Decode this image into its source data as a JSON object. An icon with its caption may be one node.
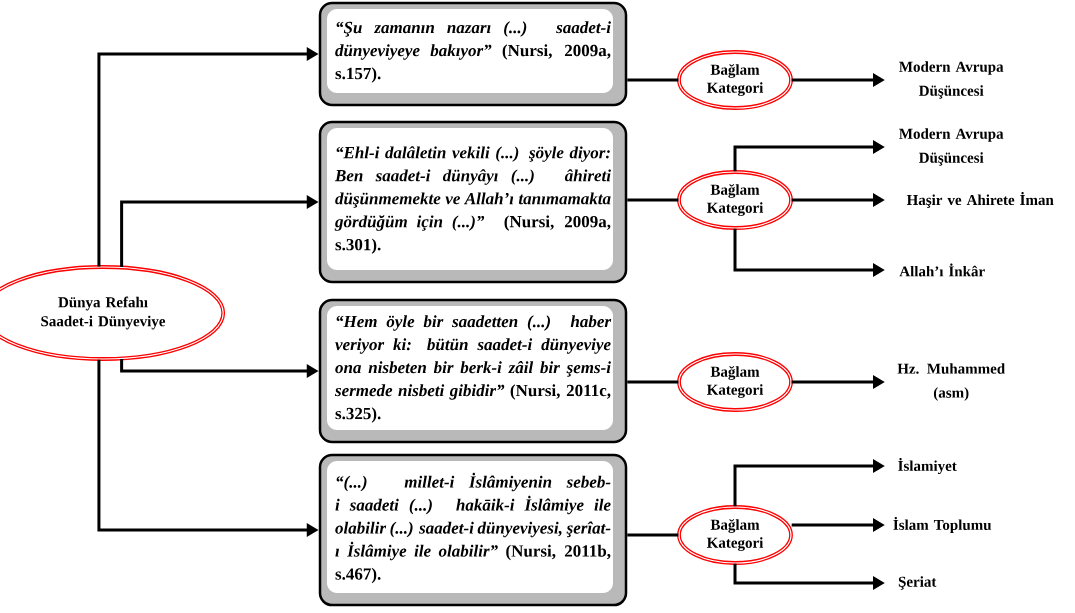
{
  "diagram": {
    "nodes": [
      {
        "text": [
          "Dünya Refahı Saadet-i Dünyeviye"
        ]
      },
      {
        "text": [
          "*“Şu zamanın nazarı (...) saadet-i dünyeviyeye bakıyor”* (Nursi, 2009a, s.157)."
        ]
      },
      {
        "text": [
          "Bağlam Kategori"
        ]
      },
      {
        "text": [
          "Modern Avrupa Düşüncesi"
        ]
      },
      {
        "text": [
          "*“Ehl-i dalâletin vekili (...) şöyle diyor: Ben saadet-i dünyâyı (...) âhireti düşünmemekte ve Allah’ı tanımamakta gördüğüm için (...)”* (Nursi, 2009a, s.301)."
        ]
      },
      {
        "text": [
          "Bağlam Kategori"
        ]
      },
      {
        "text": [
          "Modern Avrupa Düşüncesi"
        ]
      },
      {
        "text": [
          "Haşir ve Ahirete İman"
        ]
      },
      {
        "text": [
          "Allah’ı İnkâr"
        ]
      },
      {
        "text": [
          "*“Hem öyle bir saadetten (...) haber veriyor ki: bütün saadet-i dünyeviye ona nisbeten bir berk-i zâil bir şems-i sermede nisbeti gibidir”* (Nursi, 2011c, s.325)."
        ]
      },
      {
        "text": [
          "Bağlam Kategori"
        ]
      },
      {
        "text": [
          "Hz. Muhammed (asm)"
        ]
      },
      {
        "text": [
          "*“(...) millet-i İslâmiyenin sebeb-i saadeti (...) hakāik-i İslâmiye ile olabilir (...) saadet-i dünyeviyesi, şerîat-ı İslâmiye ile olabilir”* (Nursi, 2011b, s.467)."
        ]
      },
      {
        "text": [
          "Bağlam Kategori"
        ]
      },
      {
        "text": [
          "İslamiyet"
        ]
      },
      {
        "text": [
          "İslam Toplumu"
        ]
      },
      {
        "text": [
          "Şeriat"
        ]
      }
    ],
    "edges": [
      {
        "from": 0,
        "to": 1,
        "arrow": "to"
      },
      {
        "from": 0,
        "to": 4,
        "arrow": "to"
      },
      {
        "from": 0,
        "to": 9,
        "arrow": "to"
      },
      {
        "from": 0,
        "to": 12,
        "arrow": "to"
      },
      {
        "from": 1,
        "to": 2,
        "arrow": "none"
      },
      {
        "from": 4,
        "to": 5,
        "arrow": "none"
      },
      {
        "from": 9,
        "to": 10,
        "arrow": "none"
      },
      {
        "from": 12,
        "to": 13,
        "arrow": "none"
      },
      {
        "from": 2,
        "to": 3,
        "arrow": "to"
      },
      {
        "from": 5,
        "to": 6,
        "arrow": "to"
      },
      {
        "from": 5,
        "to": 7,
        "arrow": "to"
      },
      {
        "from": 5,
        "to": 8,
        "arrow": "to"
      },
      {
        "from": 10,
        "to": 11,
        "arrow": "to"
      },
      {
        "from": 13,
        "to": 14,
        "arrow": "to"
      },
      {
        "from": 13,
        "to": 15,
        "arrow": "to"
      },
      {
        "from": 13,
        "to": 16,
        "arrow": "to"
      }
    ]
  }
}
